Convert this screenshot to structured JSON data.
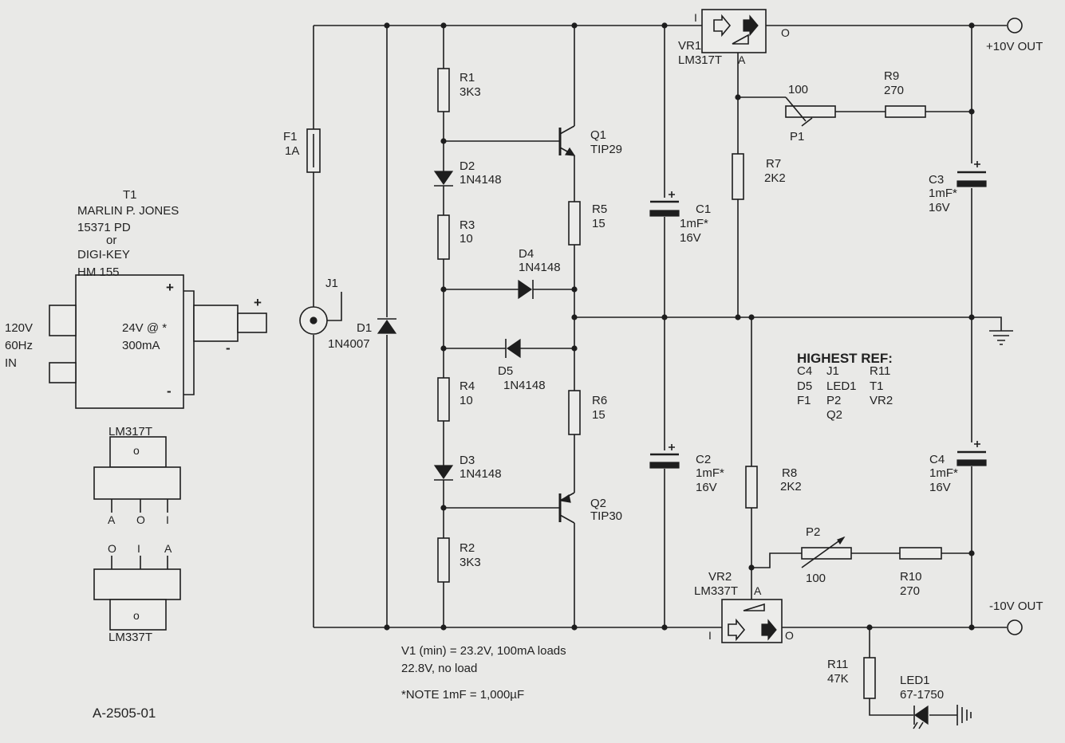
{
  "labels": {
    "f1": "F1",
    "f1_val": "1A",
    "t1": "T1",
    "t1_l1": "MARLIN P. JONES",
    "t1_l2": "15371 PD",
    "t1_l3": "or",
    "t1_l4": "DIGI-KEY",
    "t1_l5": "HM 155",
    "t1_out1": "24V @ *",
    "t1_out2": "300mA",
    "mains1": "120V",
    "mains2": "60Hz",
    "mains3": "IN",
    "plus": "+",
    "minus": "-",
    "j1": "J1",
    "d1": "D1",
    "d1_val": "1N4007",
    "r1": "R1",
    "r1_val": "3K3",
    "d2": "D2",
    "d2_val": "1N4148",
    "r3": "R3",
    "r3_val": "10",
    "r4": "R4",
    "r4_val": "10",
    "d3": "D3",
    "d3_val": "1N4148",
    "r2": "R2",
    "r2_val": "3K3",
    "q1": "Q1",
    "q1_val": "TIP29",
    "r5": "R5",
    "r5_val": "15",
    "d4": "D4",
    "d4_val": "1N4148",
    "d5": "D5",
    "d5_val": "1N4148",
    "r6": "R6",
    "r6_val": "15",
    "q2": "Q2",
    "q2_val": "TIP30",
    "c1": "C1",
    "c1_val": "1mF*",
    "c1_v": "16V",
    "c2": "C2",
    "c2_val": "1mF*",
    "c2_v": "16V",
    "vr1": "VR1",
    "vr1_val": "LM317T",
    "vr2": "VR2",
    "vr2_val": "LM337T",
    "pin_i": "I",
    "pin_o": "O",
    "pin_a": "A",
    "r7": "R7",
    "r7_val": "2K2",
    "r8": "R8",
    "r8_val": "2K2",
    "p1": "P1",
    "p1_val": "100",
    "p2": "P2",
    "p2_val": "100",
    "r9": "R9",
    "r9_val": "270",
    "r10": "R10",
    "r10_val": "270",
    "c3": "C3",
    "c3_val": "1mF*",
    "c3_v": "16V",
    "c4": "C4",
    "c4_val": "1mF*",
    "c4_v": "16V",
    "out_pos": "+10V OUT",
    "out_neg": "-10V OUT",
    "r11": "R11",
    "r11_val": "47K",
    "led1": "LED1",
    "led1_val": "67-1750",
    "hr_title": "HIGHEST REF:",
    "hr_c4": "C4",
    "hr_j1": "J1",
    "hr_r11": "R11",
    "hr_d5": "D5",
    "hr_led1": "LED1",
    "hr_t1": "T1",
    "hr_f1": "F1",
    "hr_p2": "P2",
    "hr_vr2": "VR2",
    "hr_q2": "Q2",
    "note1": "V1 (min) = 23.2V, 100mA loads",
    "note2": "22.8V, no load",
    "note3": "*NOTE 1mF = 1,000µF",
    "pkg317": "LM317T",
    "pkg337": "LM337T",
    "pkg_hole": "o",
    "pkg_a": "A",
    "pkg_o": "O",
    "pkg_i": "I",
    "drawing_id": "A-2505-01"
  }
}
